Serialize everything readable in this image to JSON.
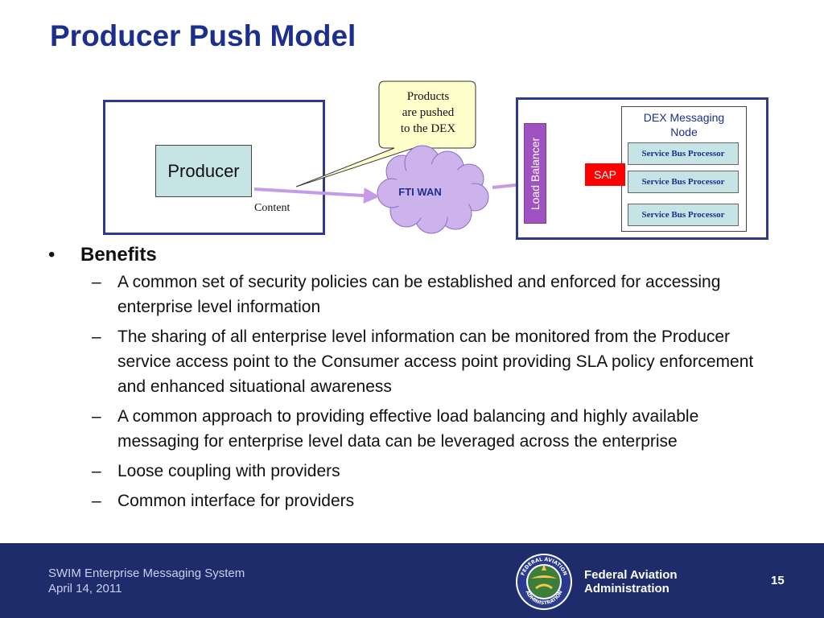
{
  "slide": {
    "title": "Producer Push Model"
  },
  "diagram": {
    "producer_label": "Producer",
    "content_label": "Content",
    "callout_lines": [
      "Products",
      "are pushed",
      "to the DEX"
    ],
    "wan_label": "FTI WAN",
    "load_balancer_label": "Load Balancer",
    "sap_label": "SAP",
    "dex_node_lines": [
      "DEX Messaging",
      "Node"
    ],
    "service_bus_processors": [
      "Service Bus Processor",
      "Service Bus Processor",
      "Service Bus Processor"
    ]
  },
  "benefits": {
    "heading": "Benefits",
    "bullet_glyph": "•",
    "dash_glyph": "–",
    "items": [
      "A common set of security policies can be established and enforced for accessing enterprise level information",
      "The sharing of all enterprise level information can be monitored from the Producer service access point to the Consumer access point providing SLA policy enforcement and enhanced situational awareness",
      "A common approach to providing effective load balancing and highly available messaging for enterprise level data can be leveraged across the enterprise",
      "Loose coupling with providers",
      "Common interface for providers"
    ]
  },
  "footer": {
    "system_name": "SWIM Enterprise Messaging System",
    "date": "April 14, 2011",
    "agency_line1": "Federal Aviation",
    "agency_line2": "Administration",
    "seal_text": "FEDERAL AVIATION ADMINISTRATION",
    "page_number": "15"
  },
  "colors": {
    "title": "#1c2f8f",
    "footer_bg": "#1e2c6b",
    "producer_fill": "#c6e4e6",
    "load_balancer_fill": "#9f52c0",
    "cloud_fill": "#ccb3ec",
    "sap_fill": "#ff0000",
    "callout_fill": "#ffffcc"
  },
  "icons": {
    "seal": "faa-seal-icon"
  }
}
